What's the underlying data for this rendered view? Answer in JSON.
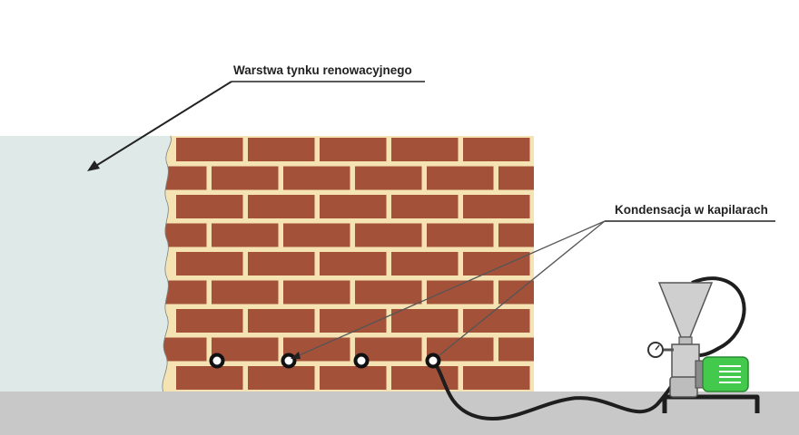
{
  "labels": {
    "plaster_layer": "Warstwa tynku renowacyjnego",
    "capillary_condensation": "Kondensacja w kapilarach"
  },
  "colors": {
    "background": "#ffffff",
    "plaster": "#dfe9e8",
    "mortar": "#f6e3b4",
    "brick": "#a4513a",
    "ground": "#c8c8c8",
    "line": "#222222",
    "pump_motor": "#43c94b"
  },
  "components": {
    "wall": "brick-wall",
    "injection_points": 4,
    "device": "injection-pump-icon",
    "gauge": "pressure-gauge-icon"
  }
}
